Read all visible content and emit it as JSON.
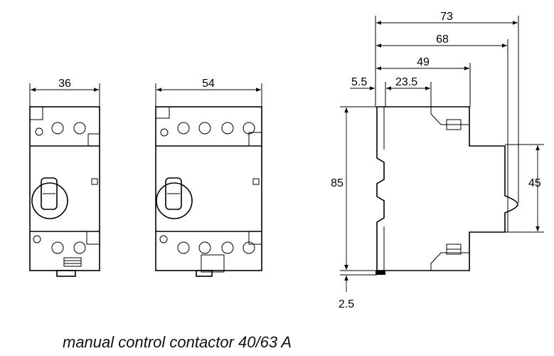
{
  "caption": "manual control contactor 40/63 A",
  "front_view_1": {
    "width_label": "36"
  },
  "front_view_2": {
    "width_label": "54"
  },
  "side_view": {
    "overall_depth_label": "73",
    "depth_68_label": "68",
    "depth_49_label": "49",
    "offset_label": "5.5",
    "terminal_depth_label": "23.5",
    "height_label": "85",
    "front_height_label": "45",
    "rail_offset_label": "2.5"
  }
}
